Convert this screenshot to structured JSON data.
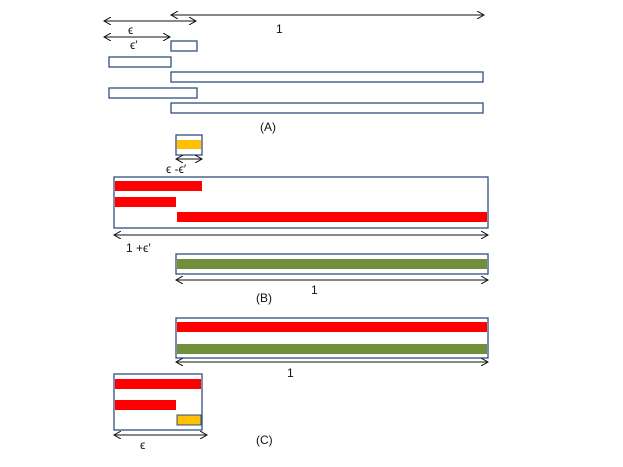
{
  "colors": {
    "outline": "#2f4f7f",
    "red": "#ff0000",
    "yellow": "#ffc000",
    "green": "#6f8f3a",
    "arrow": "#111111"
  },
  "panel_a": {
    "label": "(A)",
    "eps_label": "ϵ",
    "eps_prime_label": "ϵ′",
    "one_label": "1"
  },
  "panel_b": {
    "label": "(B)",
    "diff_label": "ϵ -ϵ′",
    "width_label": "1 +ϵ′",
    "one_label": "1"
  },
  "panel_c": {
    "label": "(C)",
    "one_label": "1",
    "eps_label": "ϵ"
  }
}
